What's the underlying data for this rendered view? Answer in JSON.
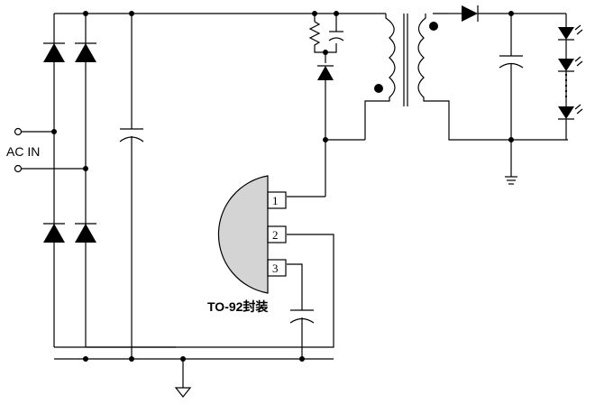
{
  "input_label": "AC IN",
  "package_label": "TO-92封装",
  "pins": [
    "1",
    "2",
    "3"
  ],
  "colors": {
    "line": "#000000",
    "ic_body": "#d4d4d4",
    "background": "#ffffff"
  }
}
